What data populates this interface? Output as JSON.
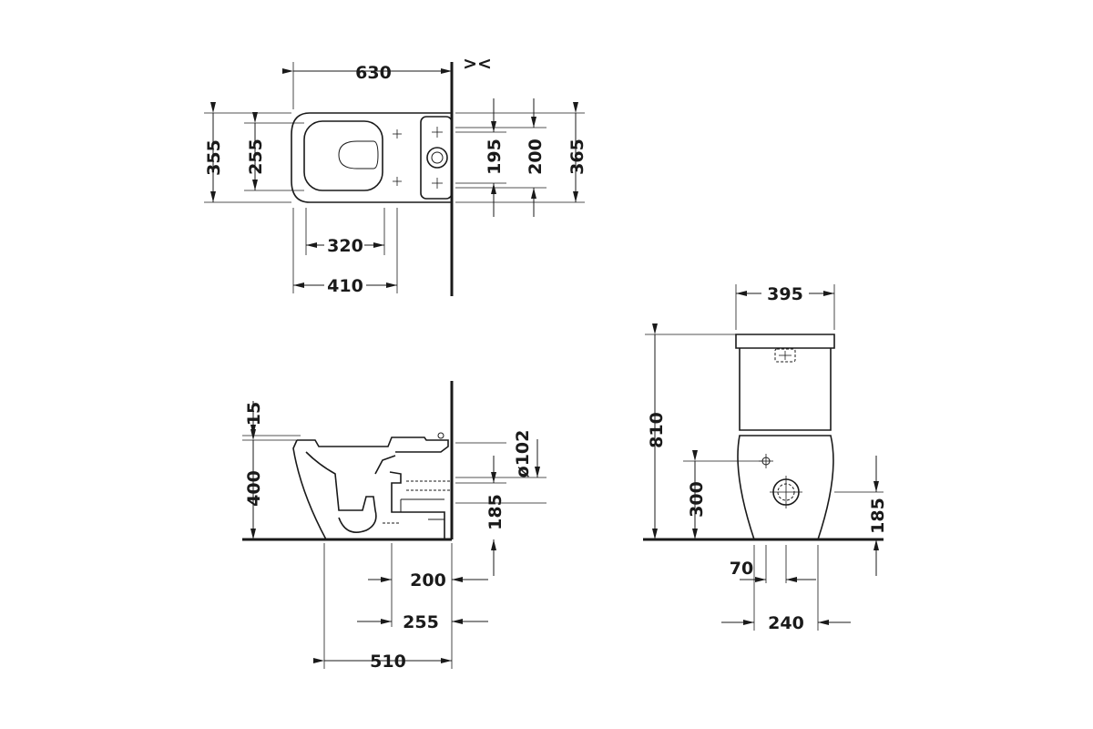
{
  "views": {
    "top": {
      "overall_length": "630",
      "overall_width": "355",
      "seat_opening_width": "255",
      "seat_depth": "320",
      "bowl_depth": "410",
      "fixing_width": "195",
      "tank_fixing": "200",
      "tank_width": "365",
      "wall_marker": "><"
    },
    "side": {
      "rim_gap": "15",
      "seat_height": "400",
      "outlet_diameter": "ø102",
      "outlet_height": "185",
      "outlet_distance": "200",
      "fixing_distance": "255",
      "overall_depth": "510"
    },
    "front": {
      "tank_width": "395",
      "total_height": "810",
      "inlet_height": "300",
      "outlet_height": "185",
      "offset": "70",
      "base_width": "240"
    }
  }
}
